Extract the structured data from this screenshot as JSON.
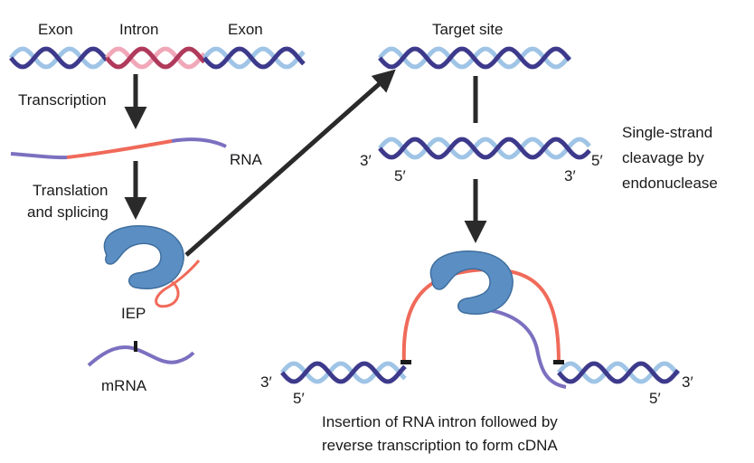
{
  "labels": {
    "exon_left": "Exon",
    "intron": "Intron",
    "exon_right": "Exon",
    "transcription": "Transcription",
    "rna": "RNA",
    "translation_line1": "Translation",
    "translation_line2": "and splicing",
    "iep": "IEP",
    "mrna": "mRNA",
    "target_site": "Target site",
    "prime3": "3′",
    "prime5": "5′",
    "cleavage_line1": "Single-strand",
    "cleavage_line2": "cleavage by",
    "cleavage_line3": "endonuclease",
    "insertion_line1": "Insertion of RNA intron followed by",
    "insertion_line2": "reverse transcription to form cDNA"
  },
  "colors": {
    "dna_dark": "#3d3a8c",
    "dna_light": "#9fc4e6",
    "intron_dark": "#b03a5b",
    "intron_light": "#f0a8b8",
    "rna_purple": "#7b70c0",
    "rna_red": "#f06a5a",
    "protein": "#5b8fc4",
    "arrow": "#2a2a2a"
  }
}
